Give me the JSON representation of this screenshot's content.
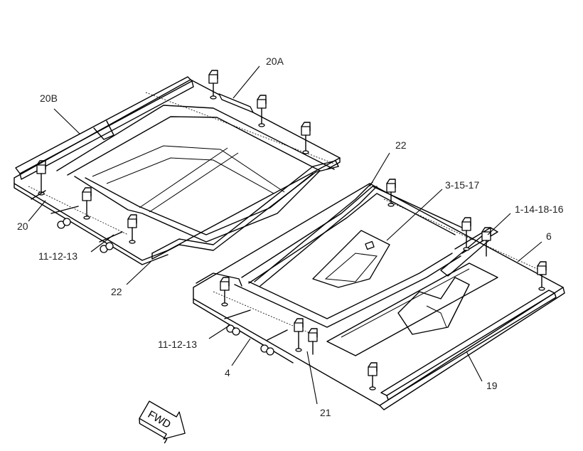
{
  "callouts": {
    "c_20A": "20A",
    "c_20B": "20B",
    "c_20": "20",
    "c_22_top": "22",
    "c_3_15_17": "3-15-17",
    "c_1_14_18_16": "1-14-18-16",
    "c_6": "6",
    "c_11_12_13_left": "11-12-13",
    "c_22_bottom": "22",
    "c_11_12_13_bottom": "11-12-13",
    "c_4": "4",
    "c_19": "19",
    "c_21": "21"
  },
  "fwd_label": "FWD"
}
